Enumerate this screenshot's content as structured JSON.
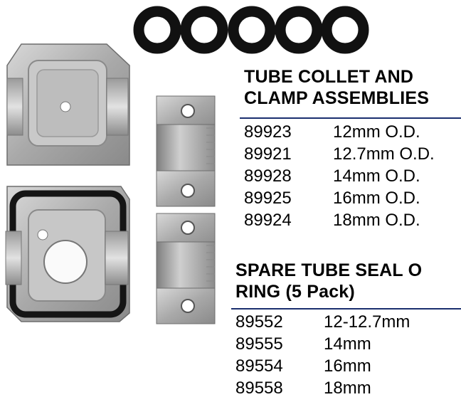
{
  "collet": {
    "heading_line1": "TUBE COLLET AND",
    "heading_line2": "CLAMP ASSEMBLIES",
    "items": [
      {
        "code": "89923",
        "size": "12mm O.D."
      },
      {
        "code": "89921",
        "size": "12.7mm O.D."
      },
      {
        "code": "89928",
        "size": "14mm O.D."
      },
      {
        "code": "89925",
        "size": "16mm O.D."
      },
      {
        "code": "89924",
        "size": "18mm O.D."
      }
    ]
  },
  "oring": {
    "heading_line1": "SPARE TUBE SEAL O",
    "heading_line2": "RING (5 Pack)",
    "items": [
      {
        "code": "89552",
        "size": "12-12.7mm"
      },
      {
        "code": "89555",
        "size": "14mm"
      },
      {
        "code": "89554",
        "size": "16mm"
      },
      {
        "code": "89558",
        "size": "18mm"
      }
    ]
  },
  "colors": {
    "rule": "#1a2e6e",
    "metal": "#b8b8b8",
    "oring": "#111111"
  },
  "icons": [
    "o-ring-icon",
    "collet-block-icon",
    "clamp-plate-icon"
  ]
}
